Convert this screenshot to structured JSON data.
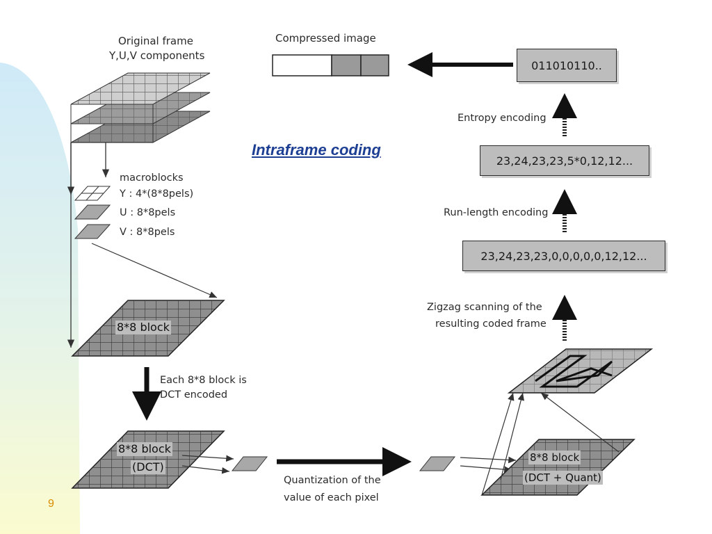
{
  "slide": {
    "title": "Intraframe coding",
    "page_number": "9"
  },
  "labels": {
    "original_frame": "Original frame",
    "yuv_components": "Y,U,V components",
    "macroblocks": "macroblocks",
    "y_blocks": "Y : 4*(8*8pels)",
    "u_blocks": "U : 8*8pels",
    "v_blocks": "V : 8*8pels",
    "block_8x8": "8*8 block",
    "dct_step_line1": "Each 8*8 block is",
    "dct_step_line2": "DCT encoded",
    "block_dct_line1": "8*8 block",
    "block_dct_line2": "(DCT)",
    "quant_line1": "Quantization of the",
    "quant_line2": "value of each pixel",
    "block_quant_line1": "8*8 block",
    "block_quant_line2": "(DCT + Quant)",
    "zigzag_line1": "Zigzag scanning of the",
    "zigzag_line2": "resulting coded frame",
    "run_length": "Run-length encoding",
    "entropy": "Entropy encoding",
    "compressed_image": "Compressed image"
  },
  "boxes": {
    "zigzag_output": "23,24,23,23,0,0,0,0,0,12,12...",
    "rle_output": "23,24,23,23,5*0,12,12...",
    "entropy_output": "011010110.."
  },
  "colors": {
    "title": "#1d3f93",
    "page_number": "#d98c00",
    "box_fill": "#bdbdbd",
    "sidebar_top": "#cfeaf8",
    "sidebar_bottom": "#fbfbcf"
  }
}
